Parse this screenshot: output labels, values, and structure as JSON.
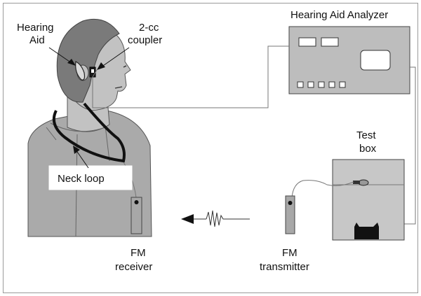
{
  "labels": {
    "hearing_aid_line1": "Hearing",
    "hearing_aid_line2": "Aid",
    "coupler_line1": "2-cc",
    "coupler_line2": "coupler",
    "analyzer": "Hearing Aid Analyzer",
    "test_box_line1": "Test",
    "test_box_line2": "box",
    "neck_loop": "Neck loop",
    "fm_receiver_line1": "FM",
    "fm_receiver_line2": "receiver",
    "fm_transmitter_line1": "FM",
    "fm_transmitter_line2": "transmitter"
  },
  "colors": {
    "hair": "#7a7a7a",
    "skin": "#c2c2c2",
    "torso": "#aaaaaa",
    "device": "#a8a8a8",
    "analyzer_panel": "#bdbdbd",
    "test_box": "#c7c7c7",
    "neck_loop": "#111111",
    "line": "#666666"
  }
}
